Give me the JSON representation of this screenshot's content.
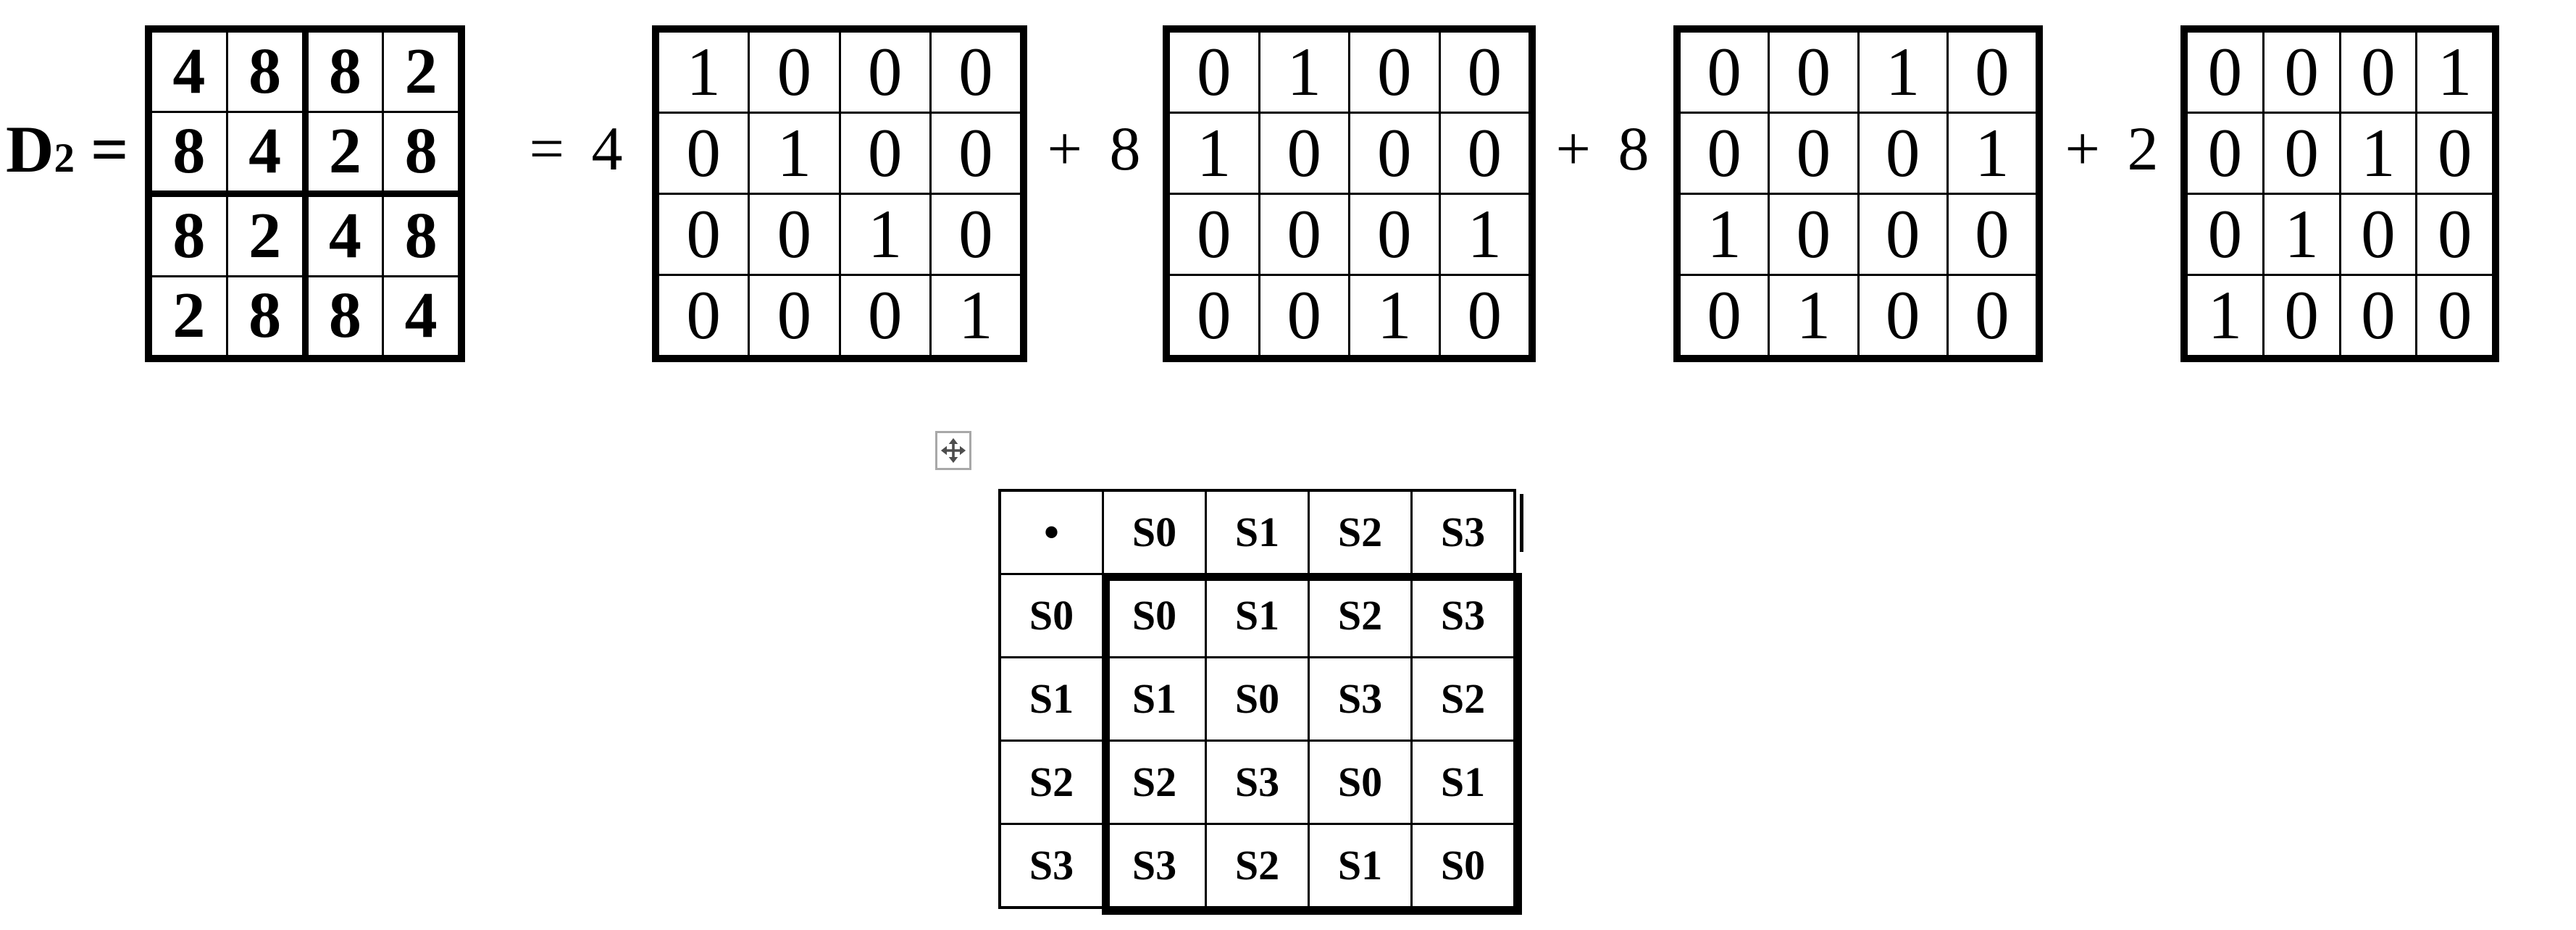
{
  "equation": {
    "lhs": {
      "symbol": "D",
      "subscript": "2",
      "equals": "="
    },
    "matrix_D2": {
      "rows": [
        [
          4,
          8,
          8,
          2
        ],
        [
          8,
          4,
          2,
          8
        ],
        [
          8,
          2,
          4,
          8
        ],
        [
          2,
          8,
          8,
          4
        ]
      ]
    },
    "terms": [
      {
        "operator": "= 4",
        "matrix": [
          [
            1,
            0,
            0,
            0
          ],
          [
            0,
            1,
            0,
            0
          ],
          [
            0,
            0,
            1,
            0
          ],
          [
            0,
            0,
            0,
            1
          ]
        ]
      },
      {
        "operator": "+ 8",
        "matrix": [
          [
            0,
            1,
            0,
            0
          ],
          [
            1,
            0,
            0,
            0
          ],
          [
            0,
            0,
            0,
            1
          ],
          [
            0,
            0,
            1,
            0
          ]
        ]
      },
      {
        "operator": "+ 8",
        "matrix": [
          [
            0,
            0,
            1,
            0
          ],
          [
            0,
            0,
            0,
            1
          ],
          [
            1,
            0,
            0,
            0
          ],
          [
            0,
            1,
            0,
            0
          ]
        ]
      },
      {
        "operator": "+ 2",
        "matrix": [
          [
            0,
            0,
            0,
            1
          ],
          [
            0,
            0,
            1,
            0
          ],
          [
            0,
            1,
            0,
            0
          ],
          [
            1,
            0,
            0,
            0
          ]
        ]
      }
    ]
  },
  "cayley_table": {
    "corner": "•",
    "column_headers": [
      "S0",
      "S1",
      "S2",
      "S3"
    ],
    "row_headers": [
      "S0",
      "S1",
      "S2",
      "S3"
    ],
    "rows": [
      [
        "S0",
        "S1",
        "S2",
        "S3"
      ],
      [
        "S1",
        "S0",
        "S3",
        "S2"
      ],
      [
        "S2",
        "S3",
        "S0",
        "S1"
      ],
      [
        "S3",
        "S2",
        "S1",
        "S0"
      ]
    ]
  },
  "icons": {
    "move_handle": "move-handle-icon"
  },
  "colors": {
    "background": "#ffffff",
    "ink": "#000000",
    "handle_border": "#a8a8a8",
    "handle_arrow": "#4d4d4d"
  }
}
